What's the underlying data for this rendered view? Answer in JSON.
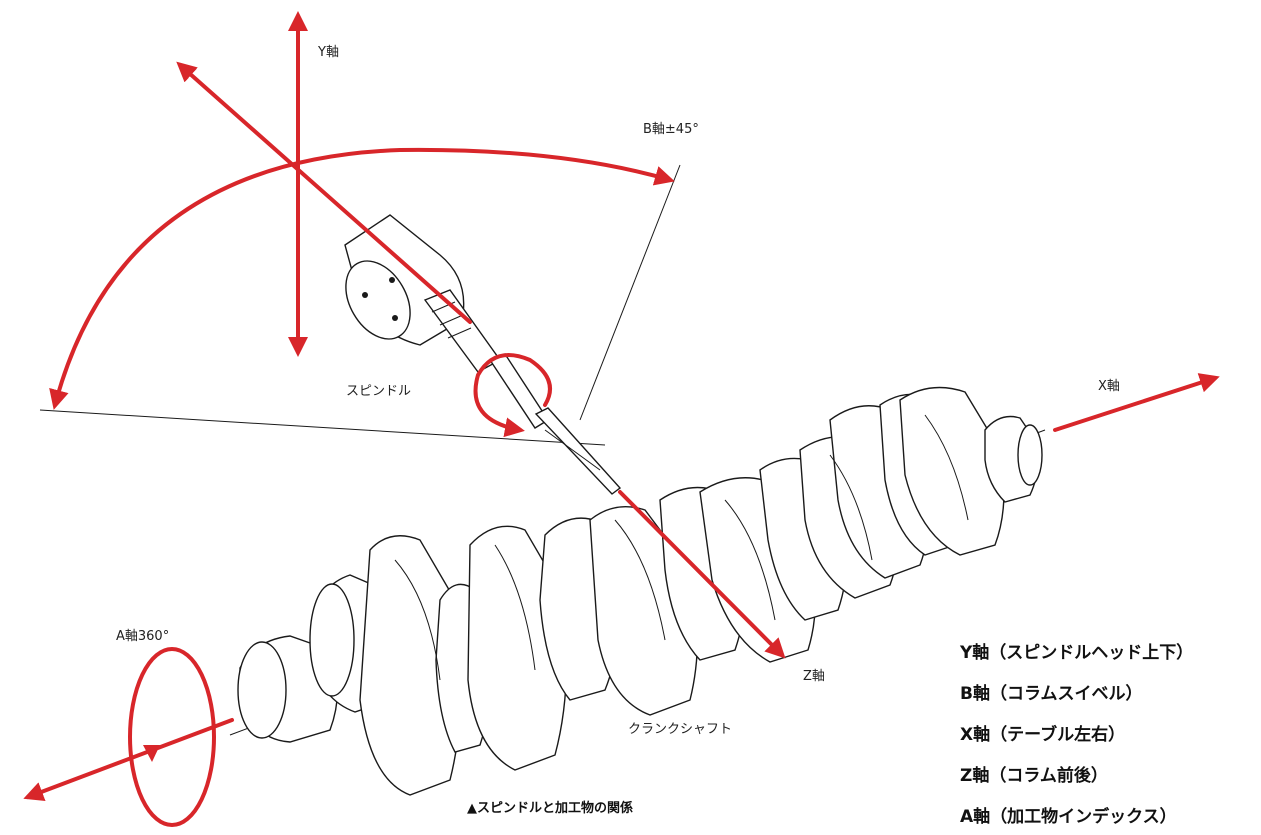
{
  "labels": {
    "y_axis": "Y軸",
    "b_axis": "B軸±45°",
    "x_axis": "X軸",
    "z_axis": "Z軸",
    "a_axis": "A軸360°",
    "spindle": "スピンドル",
    "crankshaft": "クランクシャフト"
  },
  "legend": [
    "Y軸（スピンドルヘッド上下）",
    "B軸（コラムスイベル）",
    "X軸（テーブル左右）",
    "Z軸（コラム前後）",
    "A軸（加工物インデックス）"
  ],
  "caption": "▲スピンドルと加工物の関係",
  "colors": {
    "axis": "#d8262a",
    "ink": "#1a1a1a"
  }
}
